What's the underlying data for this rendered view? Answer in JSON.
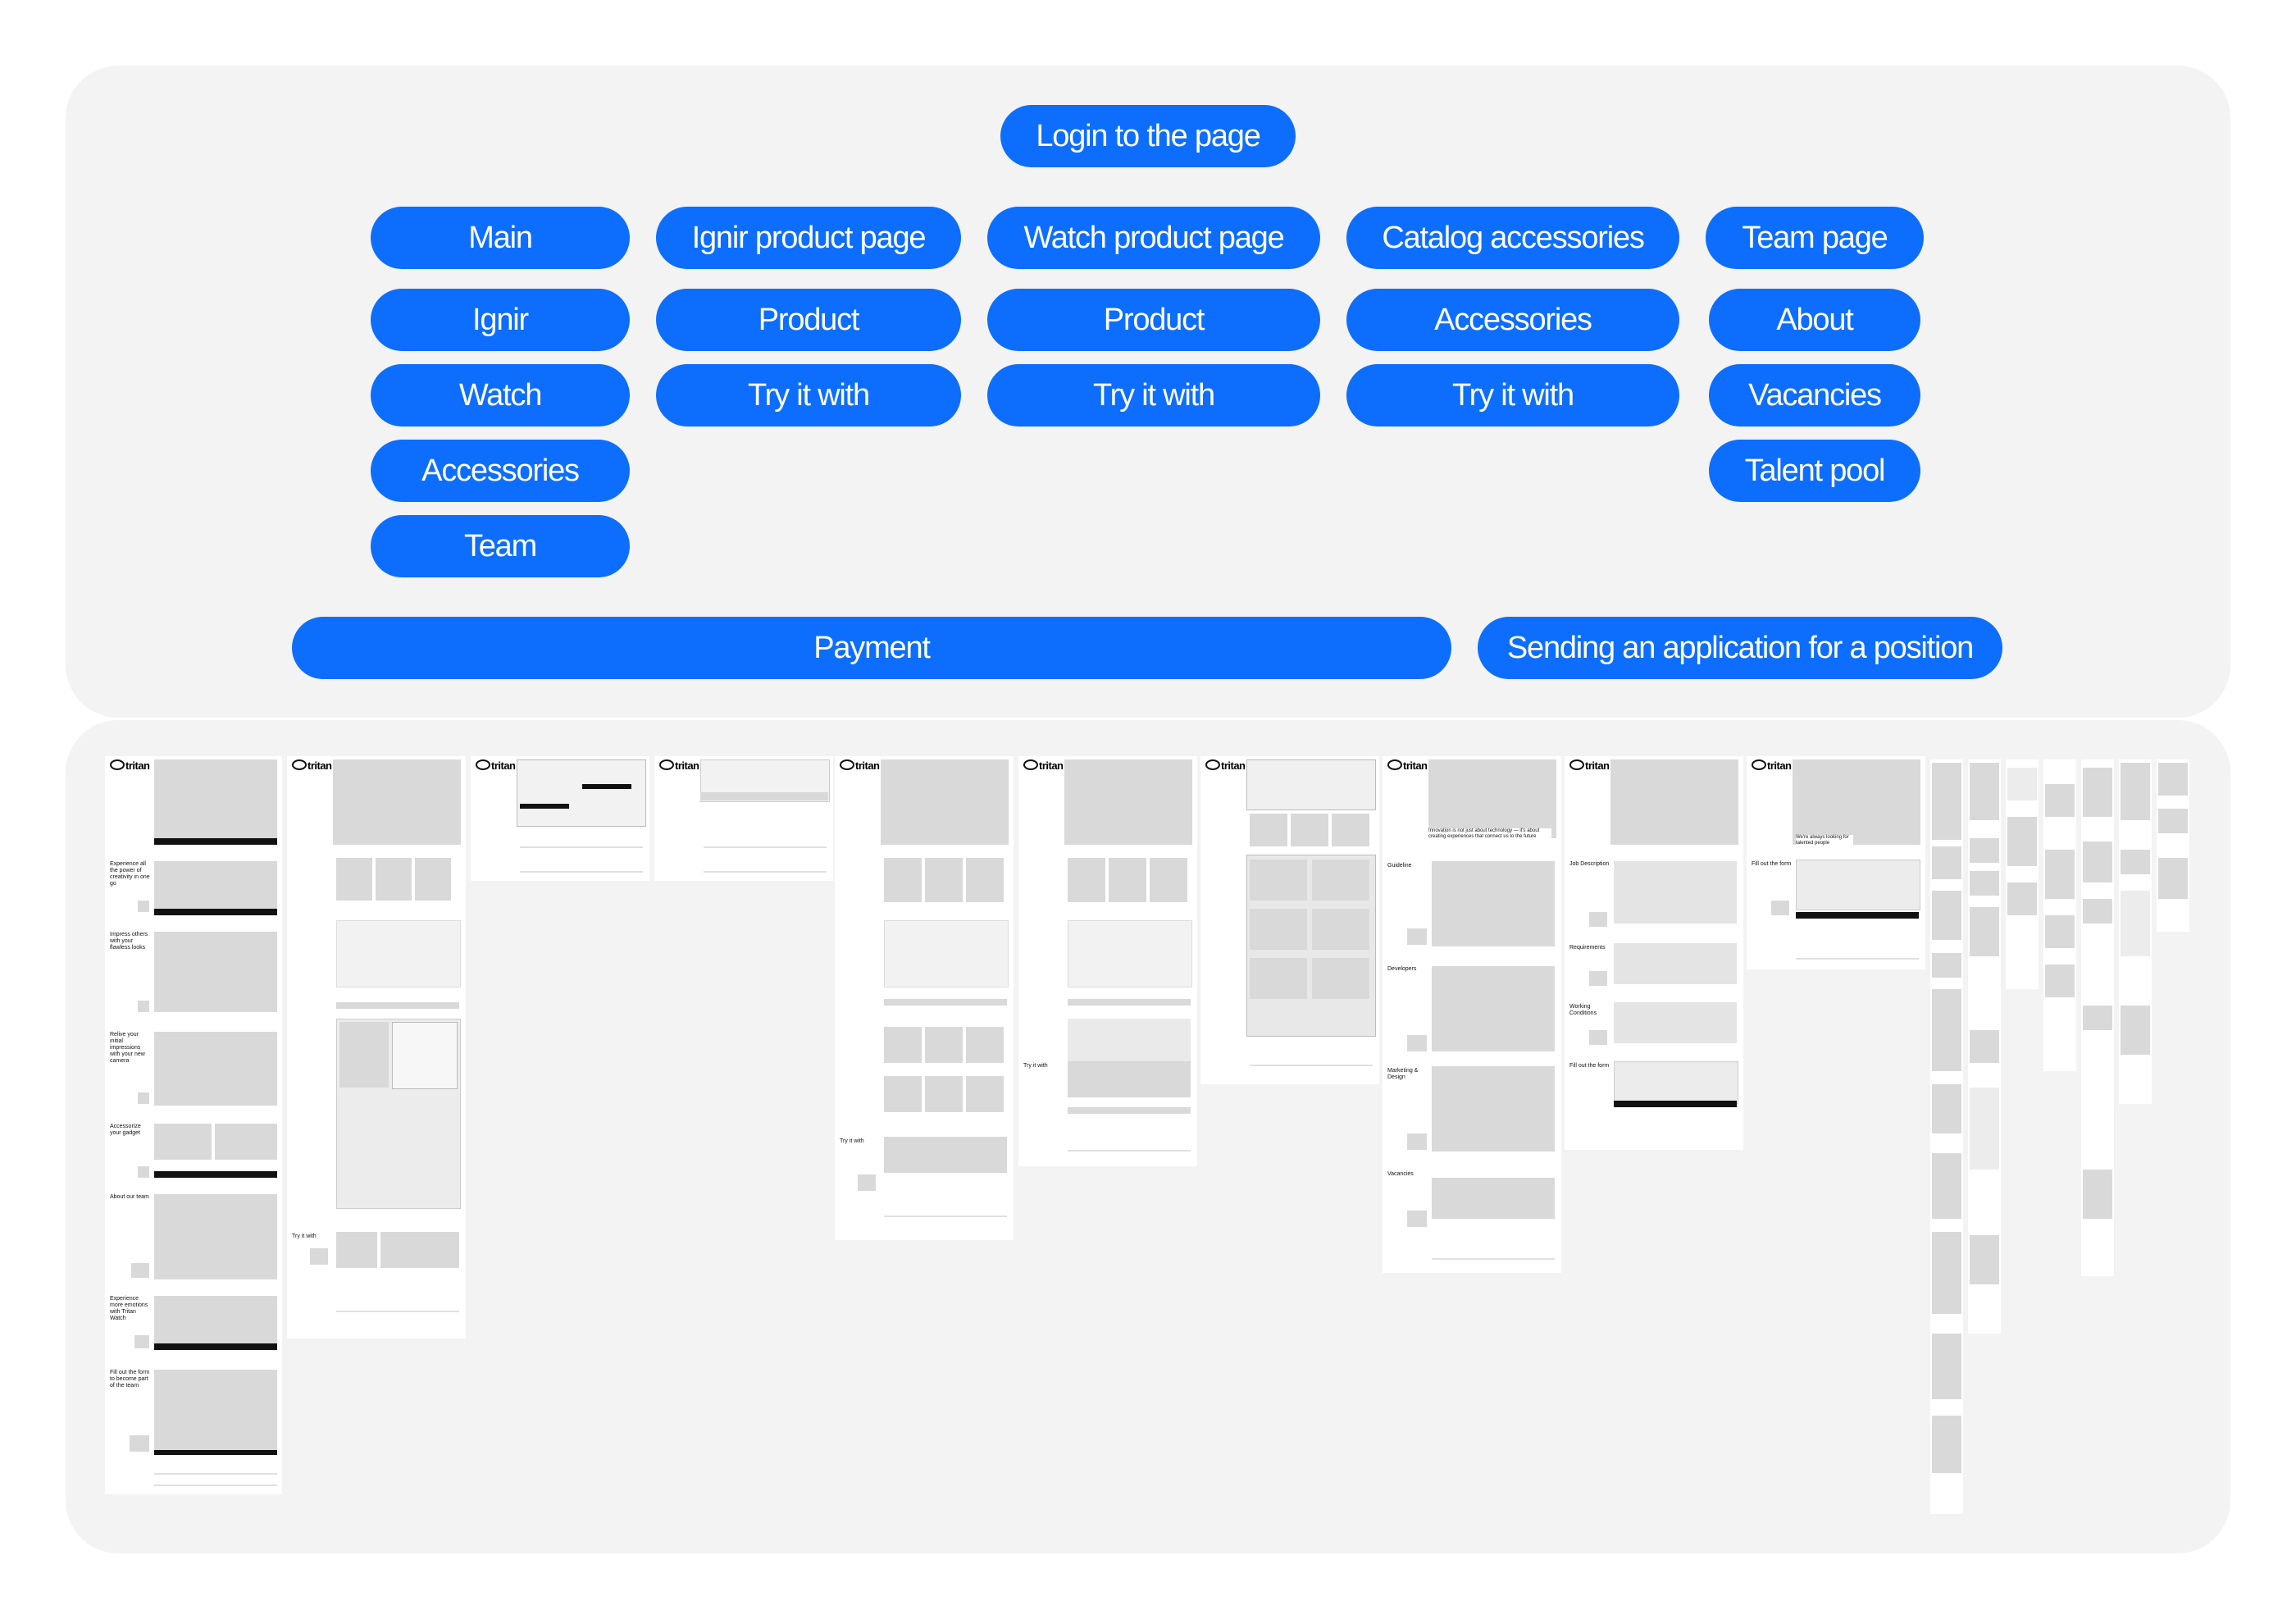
{
  "sitemap": {
    "login": "Login to the page",
    "columns": [
      {
        "header": "Main",
        "items": [
          "Ignir",
          "Watch",
          "Accessories",
          "Team"
        ]
      },
      {
        "header": "Ignir product page",
        "items": [
          "Product",
          "Try it with"
        ]
      },
      {
        "header": "Watch product page",
        "items": [
          "Product",
          "Try it with"
        ]
      },
      {
        "header": "Catalog accessories",
        "items": [
          "Accessories",
          "Try it with"
        ]
      },
      {
        "header": "Team page",
        "items": [
          "About",
          "Vacancies",
          "Talent pool"
        ]
      }
    ],
    "payment": "Payment",
    "application": "Sending an application for a position"
  },
  "wireframes": {
    "logo_text": "tritan",
    "main_sections": [
      "Experience all the power of creativity in one go",
      "Impress others with your flawless looks",
      "Relive your initial impressions with your new camera",
      "Accessorize your gadget",
      "About our team",
      "Experience more emotions with Tritan Watch",
      "Fill out the form to become part of the team"
    ],
    "try_it_with": "Try it with",
    "team_sections": [
      "Guideline",
      "Developers",
      "Marketing & Design",
      "Vacancies"
    ],
    "team_quote": "Innovation is not just about technology — it's about creating experiences that connect us to the future",
    "vacancy_sections": [
      "Job Description",
      "Requirements",
      "Working Conditions",
      "Fill out the form"
    ],
    "talent_quote": "We're always looking for talented people",
    "talent_form": "Fill out the form"
  },
  "colors": {
    "pill": "#0d6efd",
    "panel": "#f3f3f3",
    "placeholder": "#d9d9d9"
  }
}
